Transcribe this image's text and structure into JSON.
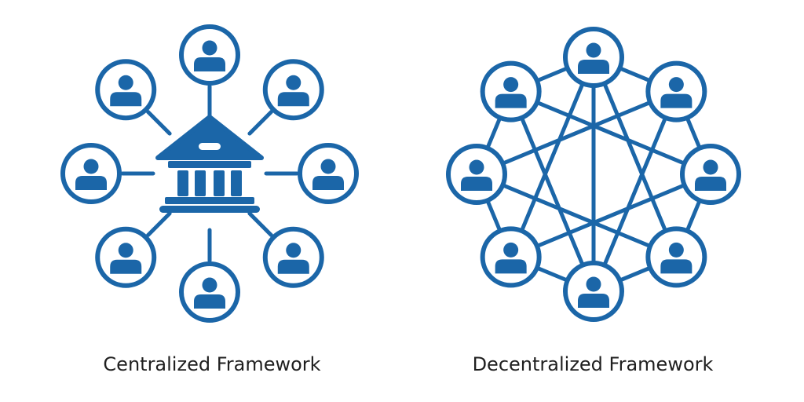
{
  "colors": {
    "primary": "#1b66a8",
    "background": "#ffffff",
    "caption_text": "#1f1f1f"
  },
  "diagrams": {
    "centralized": {
      "caption": "Centralized Framework",
      "hub_icon": "bank-building-icon",
      "node_icon": "user-icon",
      "node_count": 8
    },
    "decentralized": {
      "caption": "Decentralized Framework",
      "node_icon": "user-icon",
      "node_count": 8
    }
  }
}
